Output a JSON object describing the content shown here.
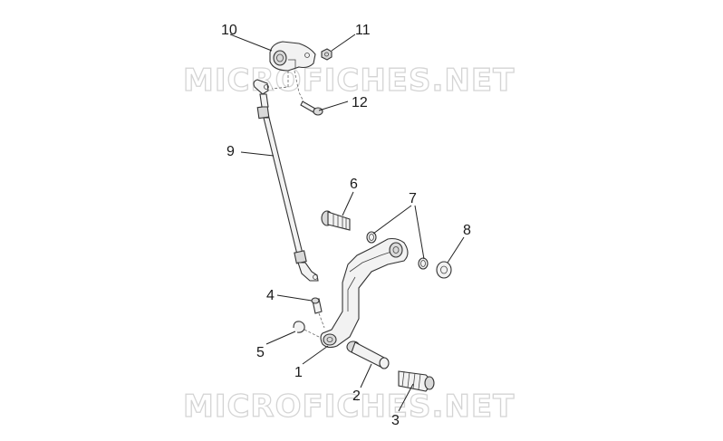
{
  "watermark": {
    "text": "MICROFICHES.NET"
  },
  "callouts": [
    {
      "id": "c1",
      "label": "1"
    },
    {
      "id": "c2",
      "label": "2"
    },
    {
      "id": "c3",
      "label": "3"
    },
    {
      "id": "c4",
      "label": "4"
    },
    {
      "id": "c5",
      "label": "5"
    },
    {
      "id": "c6",
      "label": "6"
    },
    {
      "id": "c7",
      "label": "7"
    },
    {
      "id": "c8",
      "label": "8"
    },
    {
      "id": "c9",
      "label": "9"
    },
    {
      "id": "c10",
      "label": "10"
    },
    {
      "id": "c11",
      "label": "11"
    },
    {
      "id": "c12",
      "label": "12"
    }
  ]
}
